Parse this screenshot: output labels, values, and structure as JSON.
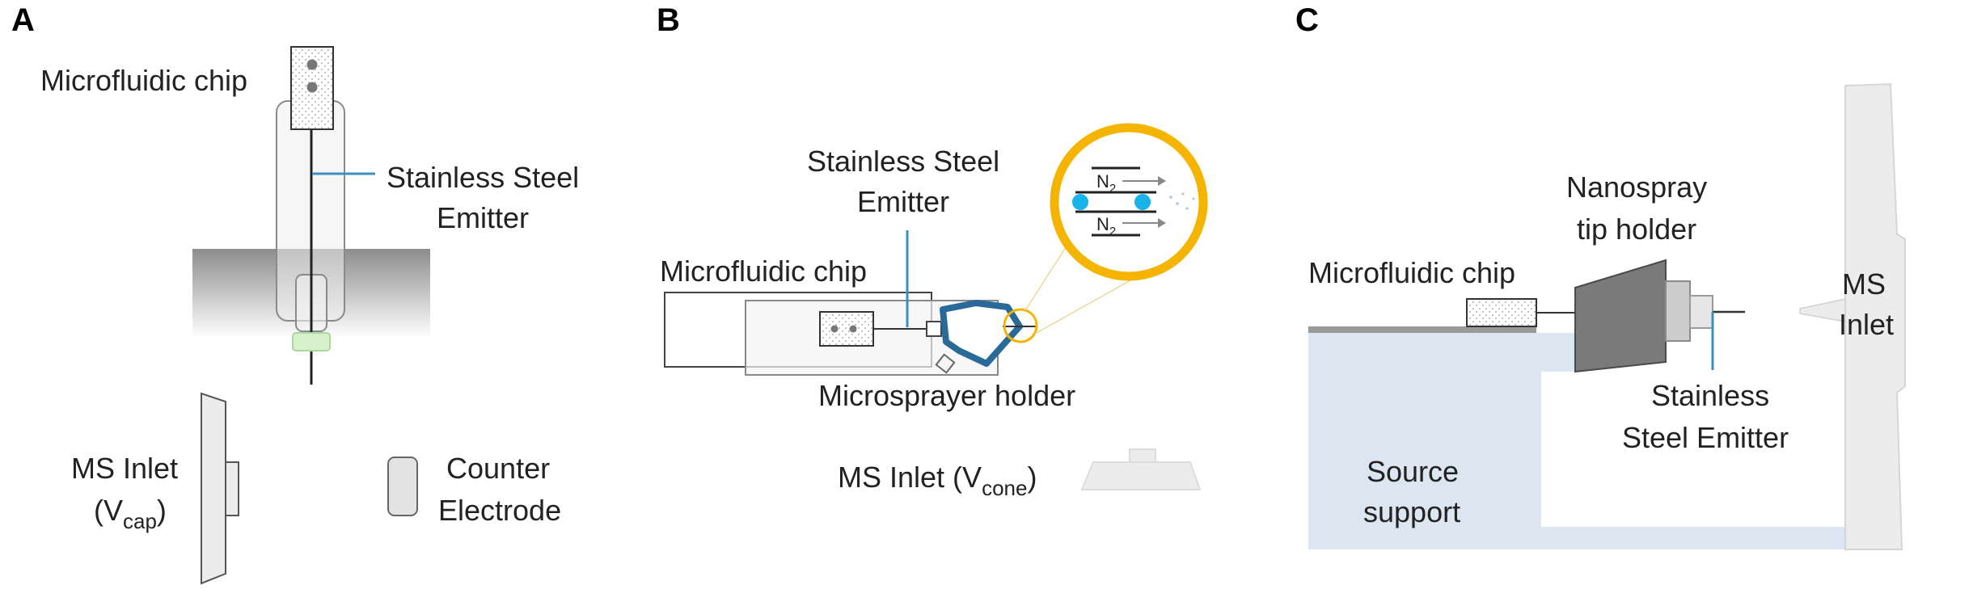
{
  "panels": {
    "a": "A",
    "b": "B",
    "c": "C"
  },
  "panel_a": {
    "chip_label": "Microfluidic chip",
    "emitter_label_1": "Stainless Steel",
    "emitter_label_2": "Emitter",
    "ms_inlet_label": "MS Inlet",
    "v_main": "(V",
    "v_sub": "cap",
    "v_end": ")",
    "counter_label_1": "Counter",
    "counter_label_2": "Electrode"
  },
  "panel_b": {
    "emitter_label_1": "Stainless Steel",
    "emitter_label_2": "Emitter",
    "chip_label": "Microfluidic chip",
    "holder_label": "Microsprayer holder",
    "ms_inlet_main": "MS Inlet (V",
    "ms_inlet_sub": "cone",
    "ms_inlet_end": ")",
    "gas_main": "N",
    "gas_sub": "2"
  },
  "panel_c": {
    "chip_label": "Microfluidic chip",
    "holder_label_1": "Nanospray",
    "holder_label_2": "tip holder",
    "emitter_label_1": "Stainless",
    "emitter_label_2": "Steel Emitter",
    "support_label_1": "Source",
    "support_label_2": "support",
    "ms_label_1": "MS",
    "ms_label_2": "Inlet"
  },
  "colors": {
    "line_blue": "#3d8fbf",
    "holder_blue": "#2a6a99",
    "ring_gold": "#f4b400",
    "bead_cyan": "#18b3e8",
    "support_blue": "#dbe6f1",
    "holder_gray": "#7a7a7a",
    "part_gray": "#e3e3e3"
  }
}
